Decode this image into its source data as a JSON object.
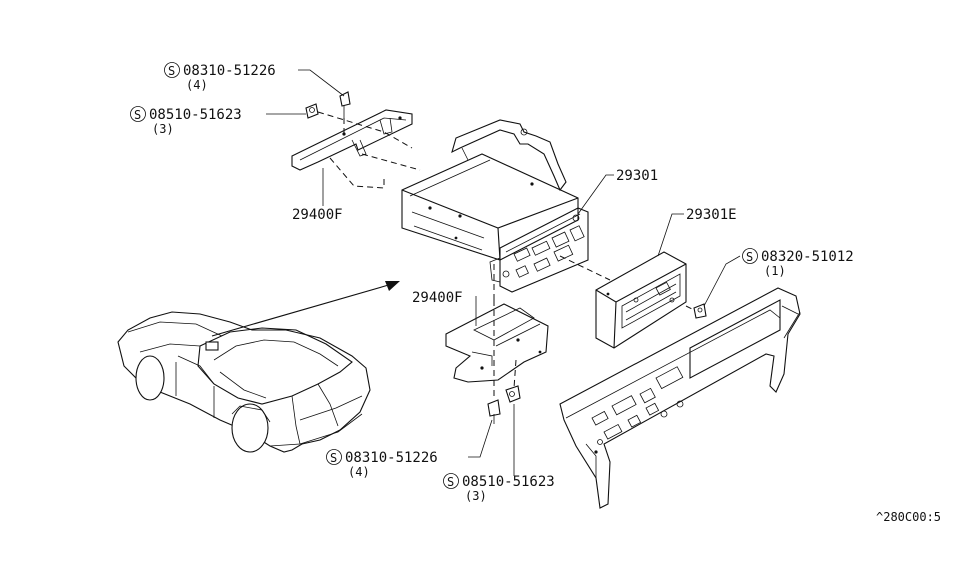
{
  "diagram": {
    "ref_code": "^280C00:5",
    "callouts": {
      "screw_top": {
        "symbol": "S",
        "part_no": "08310-51226",
        "qty": "(4)"
      },
      "bolt_top": {
        "symbol": "S",
        "part_no": "08510-51623",
        "qty": "(3)"
      },
      "bracket_top": {
        "part_no": "29400F"
      },
      "radio": {
        "part_no": "29301"
      },
      "radio_face": {
        "part_no": "29301E"
      },
      "screw_right": {
        "symbol": "S",
        "part_no": "08320-51012",
        "qty": "(1)"
      },
      "bracket_bottom": {
        "part_no": "29400F"
      },
      "screw_bottom": {
        "symbol": "S",
        "part_no": "08310-51226",
        "qty": "(4)"
      },
      "bolt_bottom": {
        "symbol": "S",
        "part_no": "08510-51623",
        "qty": "(3)"
      }
    }
  }
}
